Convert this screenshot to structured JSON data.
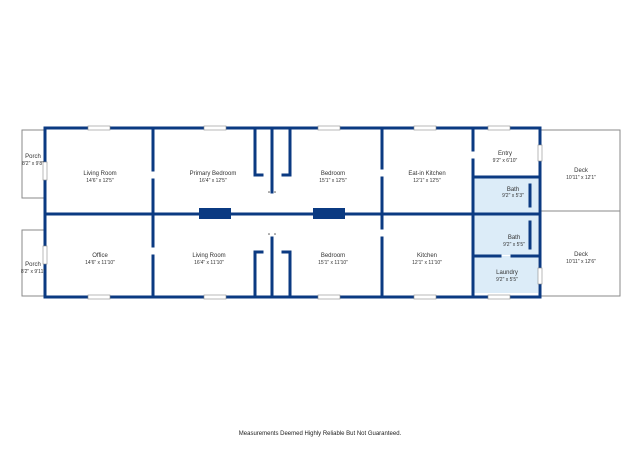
{
  "colors": {
    "wall": "#0b3a82",
    "bath_fill": "#dcecf8",
    "deck_line": "#8a8a8a",
    "text": "#333333"
  },
  "rooms": {
    "porch_top": {
      "name": "Porch",
      "dims": "8'2\" x 9'8\""
    },
    "porch_bottom": {
      "name": "Porch",
      "dims": "8'2\" x 9'11\""
    },
    "living_room_1": {
      "name": "Living Room",
      "dims": "14'6\" x 12'5\""
    },
    "office": {
      "name": "Office",
      "dims": "14'6\" x 11'10\""
    },
    "primary_bedroom": {
      "name": "Primary Bedroom",
      "dims": "16'4\" x 12'5\""
    },
    "living_room_2": {
      "name": "Living Room",
      "dims": "16'4\" x 11'10\""
    },
    "bedroom_1": {
      "name": "Bedroom",
      "dims": "15'1\" x 12'5\""
    },
    "bedroom_2": {
      "name": "Bedroom",
      "dims": "15'1\" x 11'10\""
    },
    "eat_in_kitchen": {
      "name": "Eat-in Kitchen",
      "dims": "12'1\" x 12'5\""
    },
    "kitchen": {
      "name": "Kitchen",
      "dims": "12'1\" x 11'10\""
    },
    "entry": {
      "name": "Entry",
      "dims": "9'2\" x 6'10\""
    },
    "bath_1": {
      "name": "Bath",
      "dims": "9'2\" x 5'3\""
    },
    "bath_2": {
      "name": "Bath",
      "dims": "9'2\" x 5'5\""
    },
    "laundry": {
      "name": "Laundry",
      "dims": "9'2\" x 5'5\""
    },
    "deck_top": {
      "name": "Deck",
      "dims": "10'11\" x 12'1\""
    },
    "deck_bottom": {
      "name": "Deck",
      "dims": "10'11\" x 12'6\""
    }
  },
  "disclaimer": "Measurements Deemed Highly Reliable But Not Guaranteed."
}
